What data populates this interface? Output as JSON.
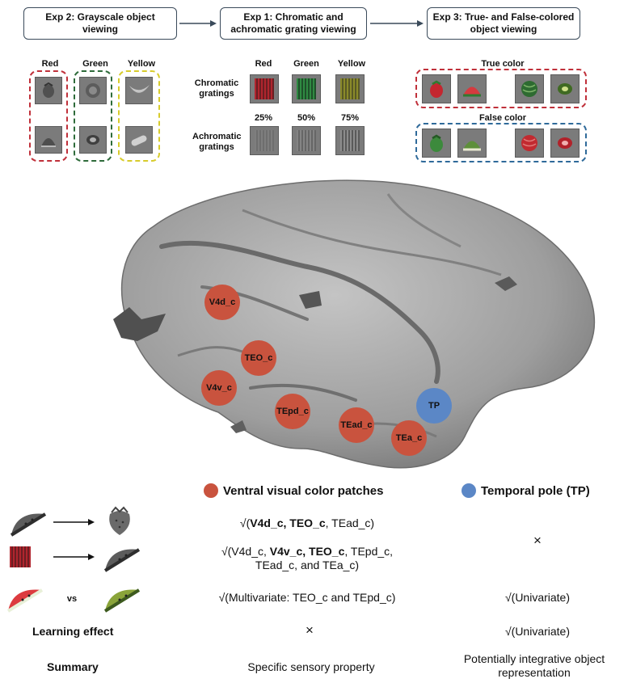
{
  "experiments": {
    "exp2": {
      "title": "Exp 2: Grayscale object viewing",
      "columns": [
        "Red",
        "Green",
        "Yellow"
      ]
    },
    "exp1": {
      "title": "Exp 1: Chromatic and achromatic grating viewing",
      "color_columns": [
        "Red",
        "Green",
        "Yellow"
      ],
      "lum_columns": [
        "25%",
        "50%",
        "75%"
      ],
      "row_chromatic": "Chromatic gratings",
      "row_achromatic": "Achromatic gratings"
    },
    "exp3": {
      "title": "Exp 3: True- and False-colored object viewing",
      "true_label": "True color",
      "false_label": "False color"
    }
  },
  "brain": {
    "patches": [
      "V4d_c",
      "TEO_c",
      "V4v_c",
      "TEpd_c",
      "TEad_c",
      "TEa_c"
    ],
    "tp": "TP"
  },
  "colors": {
    "patch": "#c9533e",
    "tp": "#5b87c6",
    "red_box": "#c0303a",
    "green_box": "#2e6b3a",
    "yellow_box": "#d8cc2c",
    "blue_box": "#2f6a9a"
  },
  "legend": {
    "ventral": "Ventral visual color patches",
    "tp": "Temporal pole (TP)"
  },
  "rows": {
    "r1_ventral": {
      "open": "√(",
      "bold": "V4d_c, TEO_c",
      "rest": ", TEad_c)"
    },
    "r2_ventral": {
      "open": "√(V4d_c, ",
      "bold": "V4v_c, TEO_c",
      "rest": ", TEpd_c,",
      "line2": "TEad_c, and TEa_c)"
    },
    "r12_tp": "×",
    "r3_vs": "vs",
    "r3_ventral": "√(Multivariate: TEO_c and TEpd_c)",
    "r3_tp": "√(Univariate)",
    "learning_label": "Learning effect",
    "learning_ventral": "×",
    "learning_tp": "√(Univariate)",
    "summary_label": "Summary",
    "summary_ventral": "Specific sensory property",
    "summary_tp": "Potentially integrative object representation"
  }
}
